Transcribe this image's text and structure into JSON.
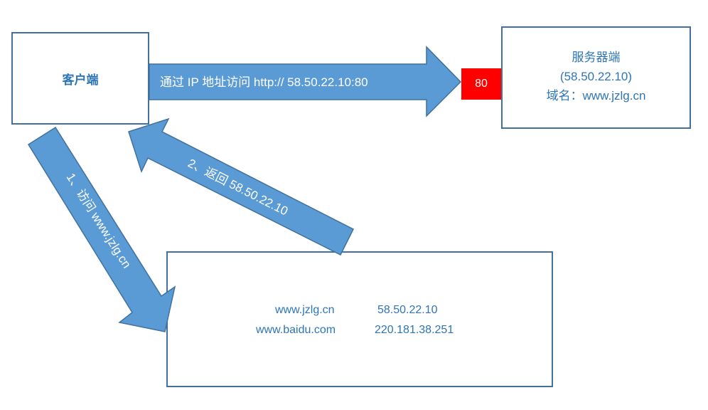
{
  "client": {
    "label": "客户端"
  },
  "server": {
    "title": "服务器端",
    "ip": "(58.50.22.10)",
    "domain": "域名：www.jzlg.cn"
  },
  "port": {
    "label": "80"
  },
  "arrows": {
    "top": "通过 IP 地址访问  http:// 58.50.22.10:80",
    "step1": "1、访问 www.jzlg.cn",
    "step2": "2、返回 58.50.22.10"
  },
  "dns_table": [
    {
      "domain": "www.jzlg.cn",
      "ip": "58.50.22.10"
    },
    {
      "domain": "www.baidu.com",
      "ip": "220.181.38.251"
    }
  ],
  "colors": {
    "arrow_fill": "#5b9bd5",
    "border": "#41719c",
    "text": "#2e75b6",
    "port": "#ff0000"
  }
}
